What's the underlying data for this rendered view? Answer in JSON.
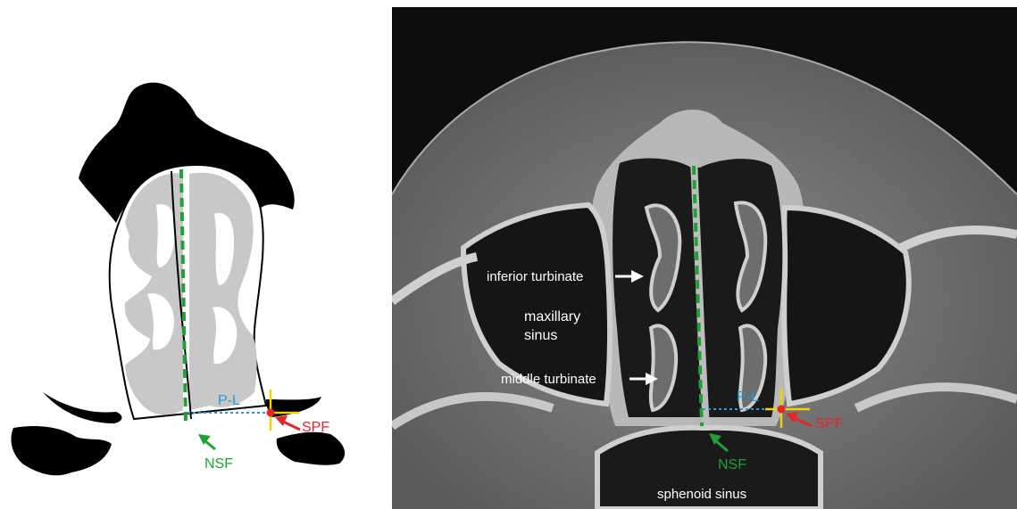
{
  "left_diagram": {
    "labels": {
      "pl": "P-L",
      "spf": "SPF",
      "nsf": "NSF"
    }
  },
  "ct_scan": {
    "labels": {
      "inferior_turbinate": "inferior turbinate",
      "maxillary_sinus_line1": "maxillary",
      "maxillary_sinus_line2": "sinus",
      "middle_turbinate": "middle turbinate",
      "pl": "P-L",
      "spf": "SPF",
      "nsf": "NSF",
      "sphenoid_sinus": "sphenoid sinus"
    }
  },
  "colors": {
    "septum_line": "#22a038",
    "pl_line": "#2a9bd8",
    "spf_marker": "#e3262a",
    "crosshair": "#f2d200",
    "anatomy_fill": "#000000",
    "mucosa_fill": "#c8c8c8"
  }
}
